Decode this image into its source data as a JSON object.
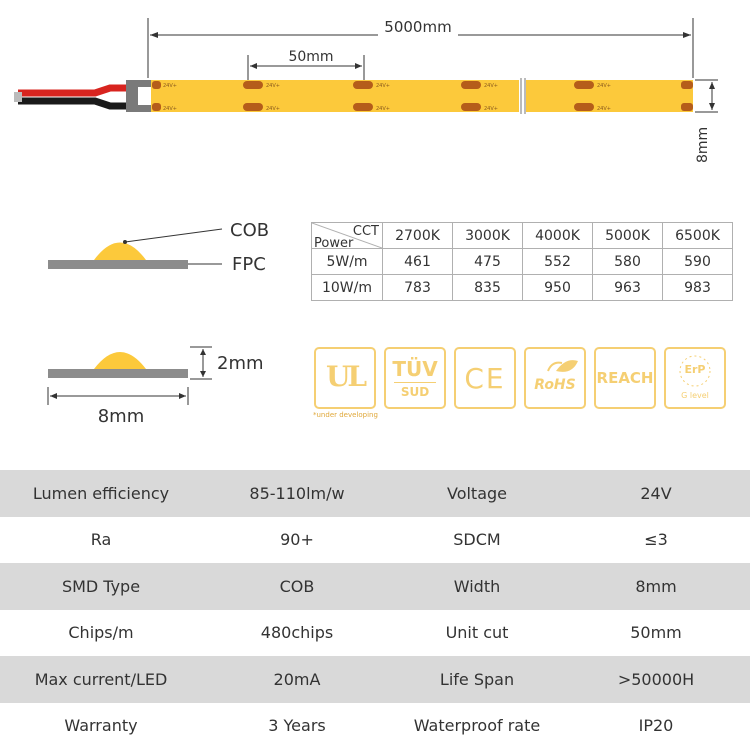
{
  "strip": {
    "length_label": "5000mm",
    "cut_label": "50mm",
    "width_label": "8mm",
    "pad_text": "24V+"
  },
  "cross_section": {
    "cob_label": "COB",
    "fpc_label": "FPC",
    "height_label": "2mm",
    "width_label": "8mm"
  },
  "lumen_table": {
    "header_cct": "CCT",
    "header_power": "Power",
    "ccts": [
      "2700K",
      "3000K",
      "4000K",
      "5000K",
      "6500K"
    ],
    "rows": [
      {
        "power": "5W/m",
        "values": [
          "461",
          "475",
          "552",
          "580",
          "590"
        ]
      },
      {
        "power": "10W/m",
        "values": [
          "783",
          "835",
          "950",
          "963",
          "983"
        ]
      }
    ]
  },
  "certifications": {
    "ul": "UL",
    "ul_note": "*under developing",
    "tuv_top": "TÜV",
    "tuv_bottom": "SUD",
    "ce": "CE",
    "rohs": "RoHS",
    "reach": "REACH",
    "erp": "ErP",
    "erp_level": "G level",
    "color": "#f5cf73"
  },
  "specs": [
    {
      "label": "Lumen efficiency",
      "value": "85-110lm/w",
      "label2": "Voltage",
      "value2": "24V"
    },
    {
      "label": "Ra",
      "value": "90+",
      "label2": "SDCM",
      "value2": "≤3"
    },
    {
      "label": "SMD Type",
      "value": "COB",
      "label2": "Width",
      "value2": "8mm"
    },
    {
      "label": "Chips/m",
      "value": "480chips",
      "label2": "Unit cut",
      "value2": "50mm"
    },
    {
      "label": "Max current/LED",
      "value": "20mA",
      "label2": "Life Span",
      "value2": ">50000H"
    },
    {
      "label": "Warranty",
      "value": "3 Years",
      "label2": "Waterproof rate",
      "value2": "IP20"
    }
  ],
  "colors": {
    "strip_yellow": "#fcc93b",
    "pad_brown": "#b55d1a",
    "gray": "#8c8c8c"
  }
}
